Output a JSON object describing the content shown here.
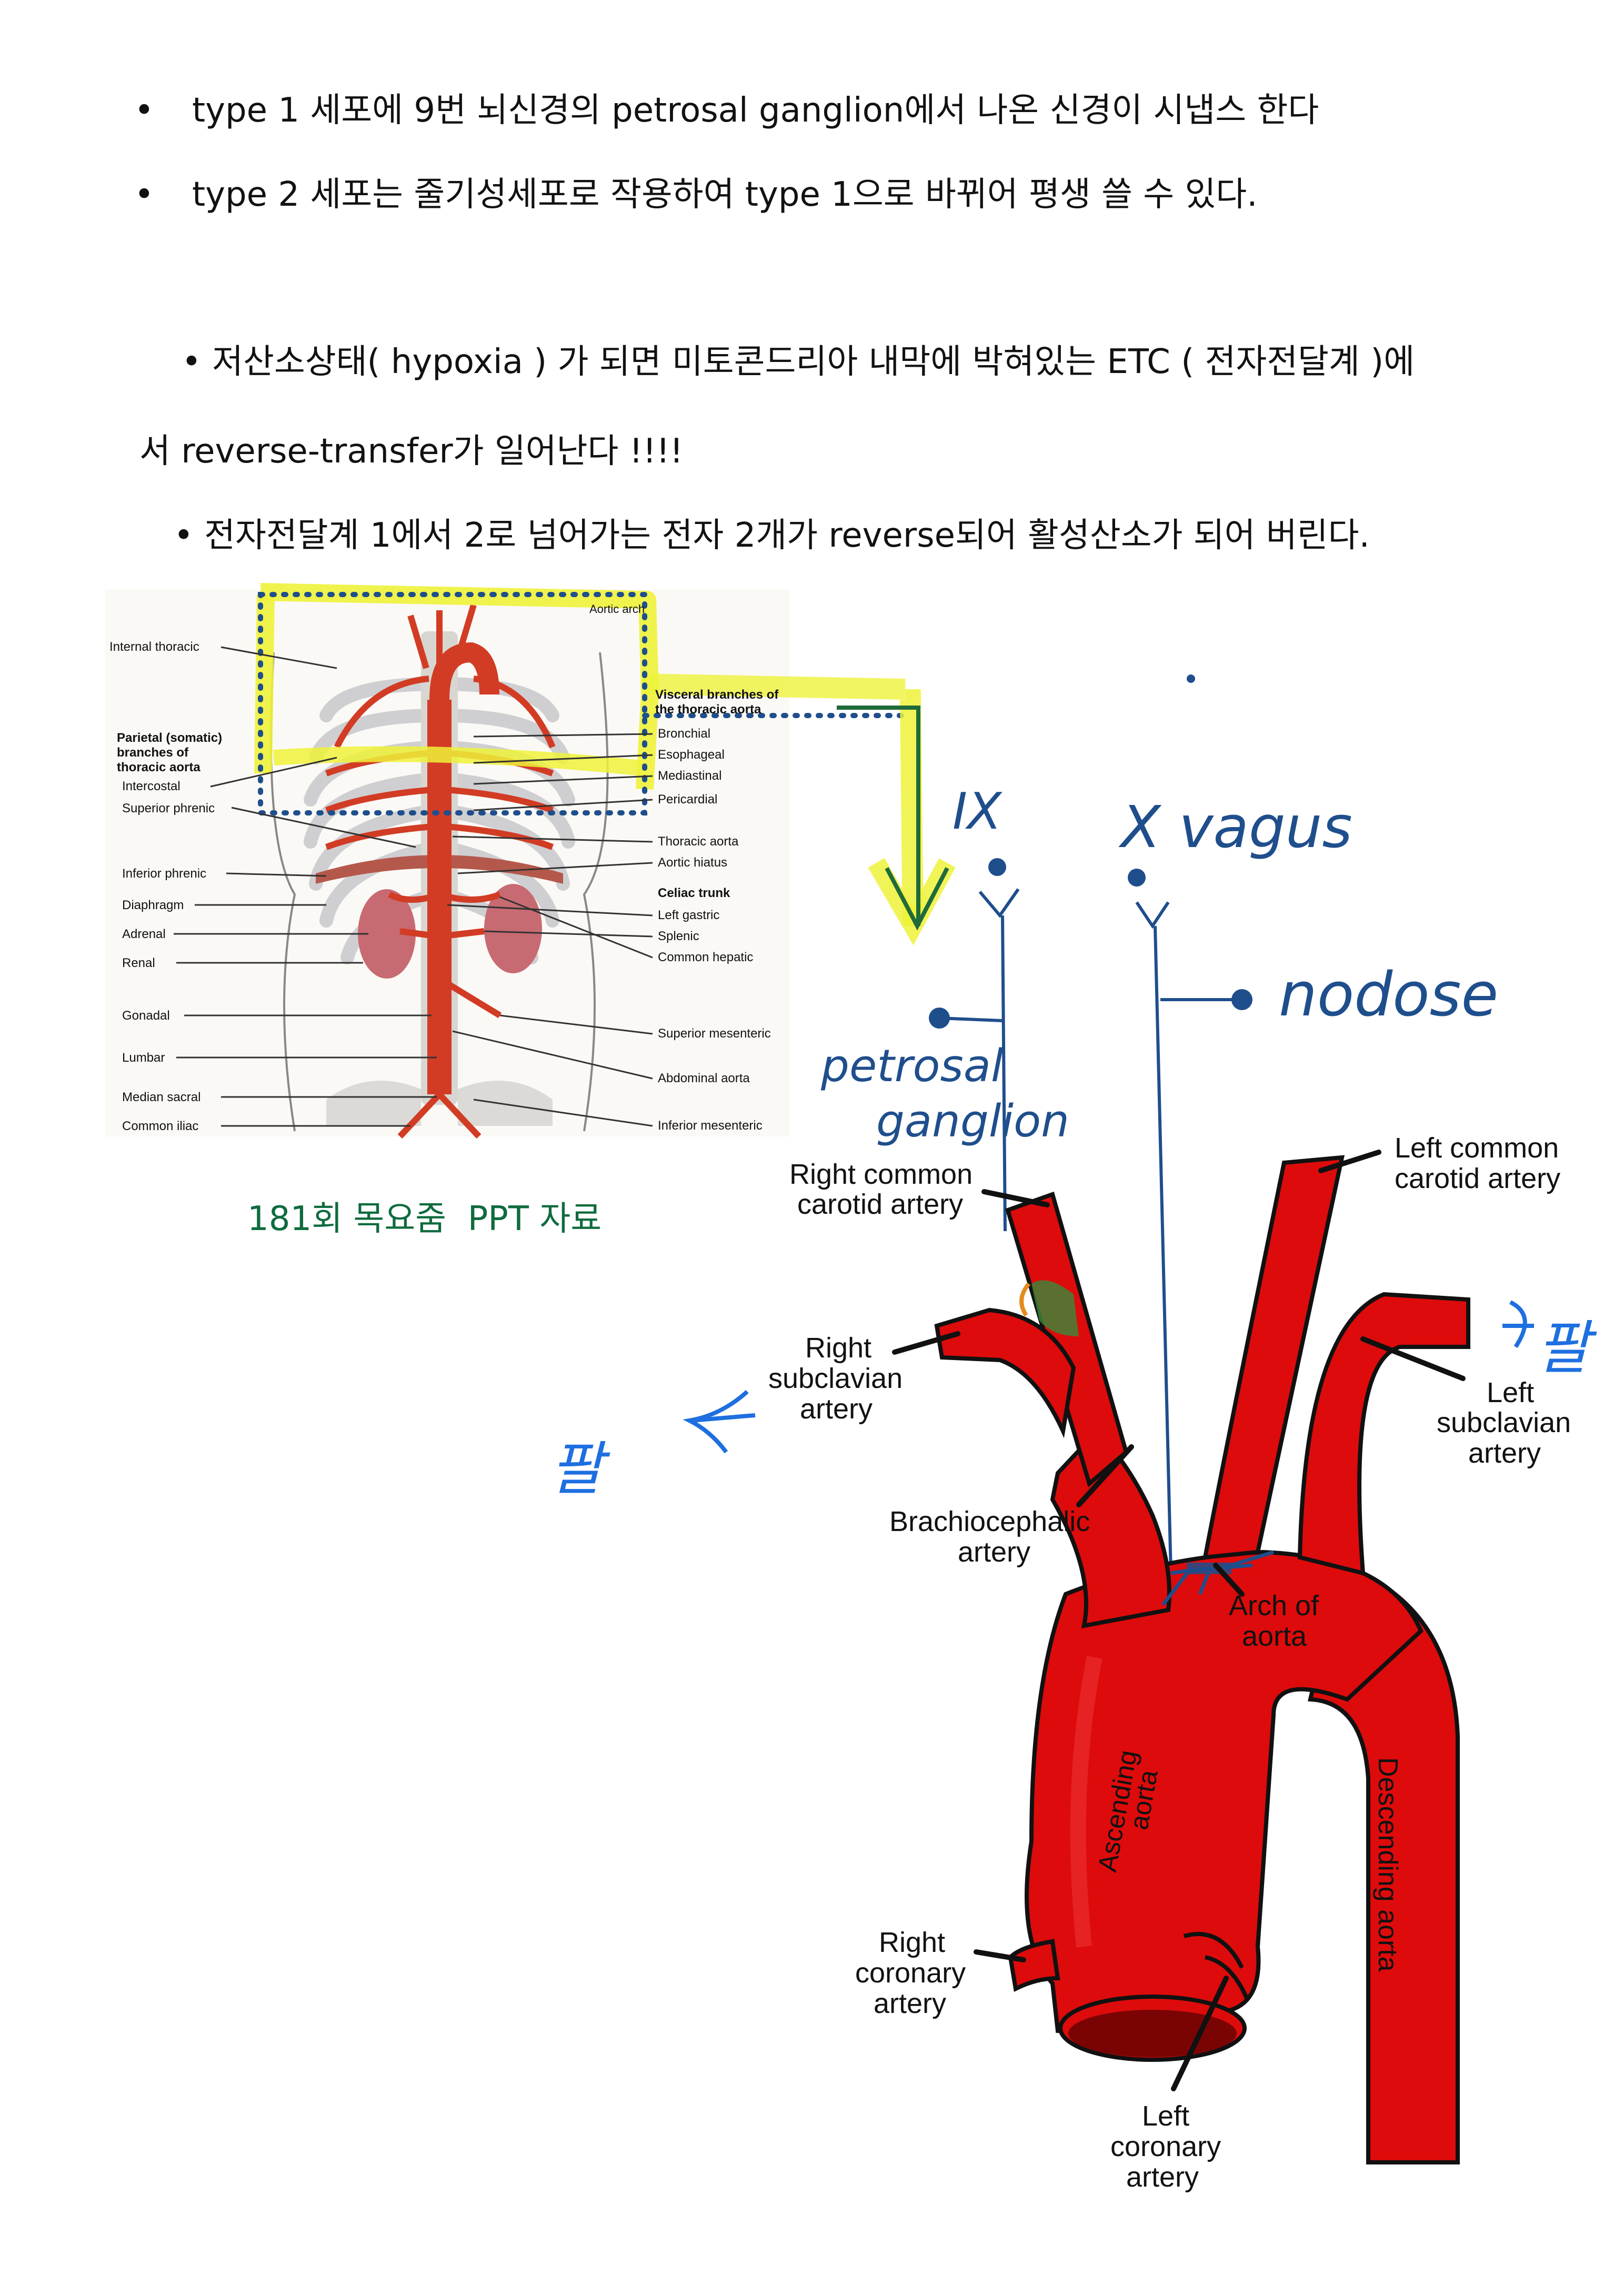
{
  "notes": {
    "line1": "type 1 세포에 9번 뇌신경의 petrosal ganglion에서 나온 신경이 시냅스 한다",
    "line2": "type 2 세포는 줄기성세포로 작용하여 type 1으로 바뀌어 평생 쓸 수 있다.",
    "line3": "• 저산소상태( hypoxia ) 가 되면 미토콘드리아 내막에 박혀있는 ETC ( 전자전달계 )에",
    "line4": "서 reverse-transfer가 일어난다 !!!!",
    "line5": "• 전자전달계 1에서 2로 넘어가는 전자 2개가 reverse되어 활성산소가 되어 버린다.",
    "bullet": "•"
  },
  "caption": "181회 목요줌  PPT 자료",
  "thoracic_figure": {
    "top_labels": [
      "Aortic arch"
    ],
    "left_labels": [
      "Internal thoracic",
      "Parietal (somatic)",
      "branches of",
      "thoracic aorta",
      "Intercostal",
      "Superior phrenic",
      "Inferior phrenic",
      "Diaphragm",
      "Adrenal",
      "Renal",
      "Gonadal",
      "Lumbar",
      "Median sacral",
      "Common iliac"
    ],
    "right_labels": [
      "Visceral branches of",
      "the thoracic aorta",
      "Bronchial",
      "Esophageal",
      "Mediastinal",
      "Pericardial",
      "Thoracic aorta",
      "Aortic hiatus",
      "Celiac trunk",
      "Left gastric",
      "Splenic",
      "Common hepatic",
      "Superior mesenteric",
      "Abdominal aorta",
      "Inferior mesenteric"
    ]
  },
  "aorta_figure": {
    "labels": {
      "lcca1": "Left common",
      "lcca2": "carotid artery",
      "rcca1": "Right common",
      "rcca2": "carotid artery",
      "rsa1": "Right",
      "rsa2": "subclavian",
      "rsa3": "artery",
      "lsa1": "Left",
      "lsa2": "subclavian",
      "lsa3": "artery",
      "brach1": "Brachiocephalic",
      "brach2": "artery",
      "arch1": "Arch of",
      "arch2": "aorta",
      "asc1": "Ascending",
      "asc2": "aorta",
      "desc": "Descending aorta",
      "rca1": "Right",
      "rca2": "coronary",
      "rca3": "artery",
      "lca1": "Left",
      "lca2": "coronary",
      "lca3": "artery"
    }
  },
  "handwriting": {
    "ix": "IX",
    "vagus": "X vagus",
    "nodose": "nodose",
    "petrosal1": "petrosal",
    "petrosal2": "ganglion",
    "arm_left": "팔",
    "arm_right": "팔"
  },
  "colors": {
    "artery": "#dd0b0b",
    "ink_blue": "#1f4e8c",
    "highlight": "#f2f23a",
    "caption_green": "#0f6b3e",
    "hand_blue": "#1e6fe0"
  }
}
